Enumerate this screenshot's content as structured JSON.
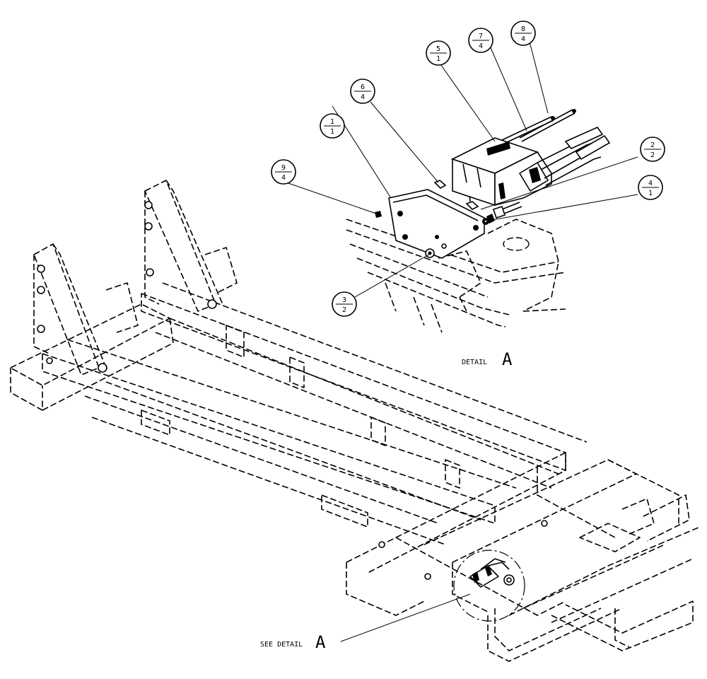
{
  "detail_title": {
    "prefix": "DETAIL",
    "letter": "A"
  },
  "see_detail": {
    "prefix": "SEE DETAIL",
    "letter": "A"
  },
  "balloons": [
    {
      "item": "1",
      "qty": "1"
    },
    {
      "item": "2",
      "qty": "2"
    },
    {
      "item": "3",
      "qty": "2"
    },
    {
      "item": "4",
      "qty": "1"
    },
    {
      "item": "5",
      "qty": "1"
    },
    {
      "item": "6",
      "qty": "4"
    },
    {
      "item": "7",
      "qty": "4"
    },
    {
      "item": "8",
      "qty": "4"
    },
    {
      "item": "9",
      "qty": "4"
    }
  ]
}
